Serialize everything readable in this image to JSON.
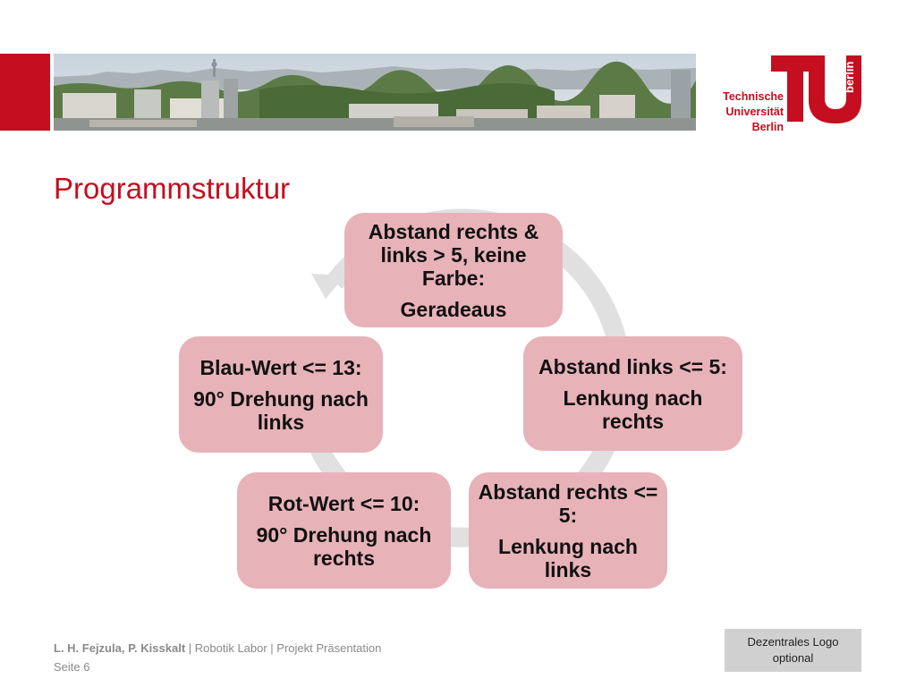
{
  "header": {
    "logo": {
      "line1": "Technische",
      "line2": "Universität",
      "line3": "Berlin",
      "mark": "TU berlin",
      "brand_color": "#c50e1f"
    },
    "banner_icon": "berlin-skyline-photo"
  },
  "title": "Programmstruktur",
  "diagram": {
    "type": "cycle",
    "node_color": "#e8b2b9",
    "arrow_color": "#dedede",
    "nodes": [
      {
        "label": "Abstand rechts & links > 5, keine Farbe:",
        "action": "Geradeaus"
      },
      {
        "label": "Abstand links <= 5:",
        "action": "Lenkung nach rechts"
      },
      {
        "label": "Abstand rechts <= 5:",
        "action": "Lenkung nach links"
      },
      {
        "label": "Rot-Wert <= 10:",
        "action": "90° Drehung nach rechts"
      },
      {
        "label": "Blau-Wert <= 13:",
        "action": "90° Drehung nach links"
      }
    ]
  },
  "footer": {
    "authors": "L. H. Fejzula, P. Kisskalt",
    "context": " | Robotik Labor | Projekt Präsentation",
    "page": "Seite 6",
    "logo_box_line1": "Dezentrales Logo",
    "logo_box_line2": "optional"
  }
}
